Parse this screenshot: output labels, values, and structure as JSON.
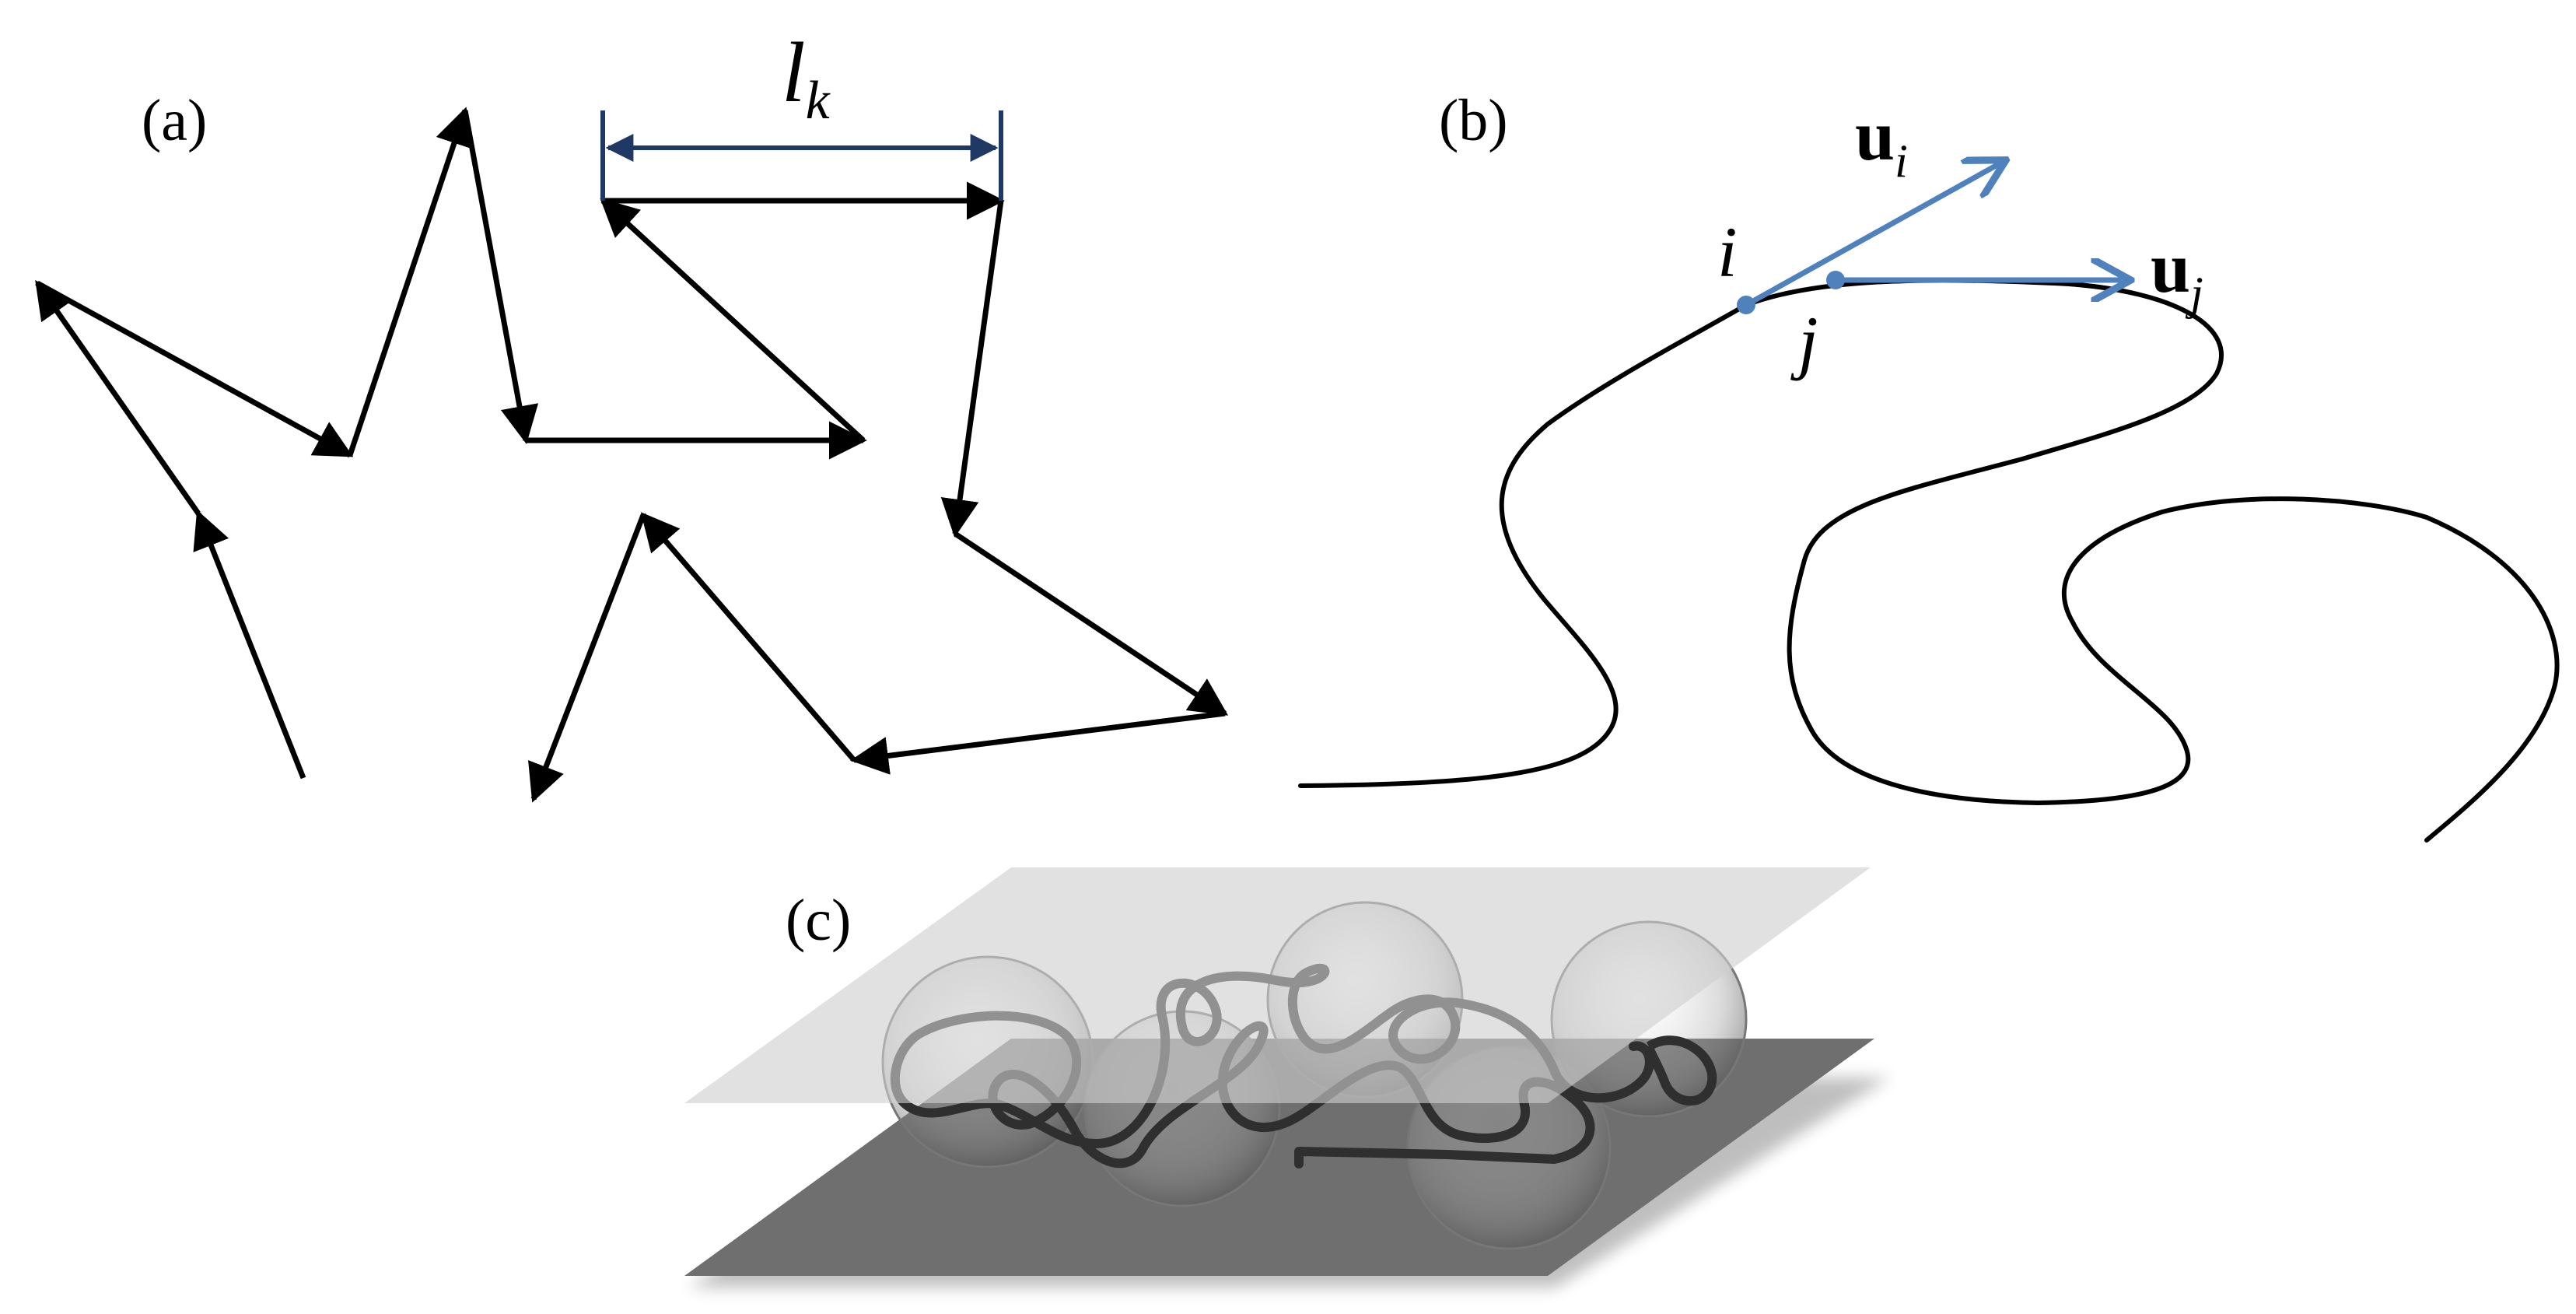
{
  "panels": {
    "a": {
      "label": "(a)",
      "length_symbol": "l",
      "length_subscript": "k"
    },
    "b": {
      "label": "(b)",
      "point_i": "i",
      "point_j": "j",
      "vector_symbol": "u",
      "vector_i_subscript": "i",
      "vector_j_subscript": "j"
    },
    "c": {
      "label": "(c)"
    }
  },
  "colors": {
    "arrows": "#000000",
    "dimension": "#1f3864",
    "tangent_vectors": "#4f81bd",
    "plate_top": "#c8c8c8",
    "plate_bottom": "#6f6f6f",
    "chain": "#333333"
  }
}
